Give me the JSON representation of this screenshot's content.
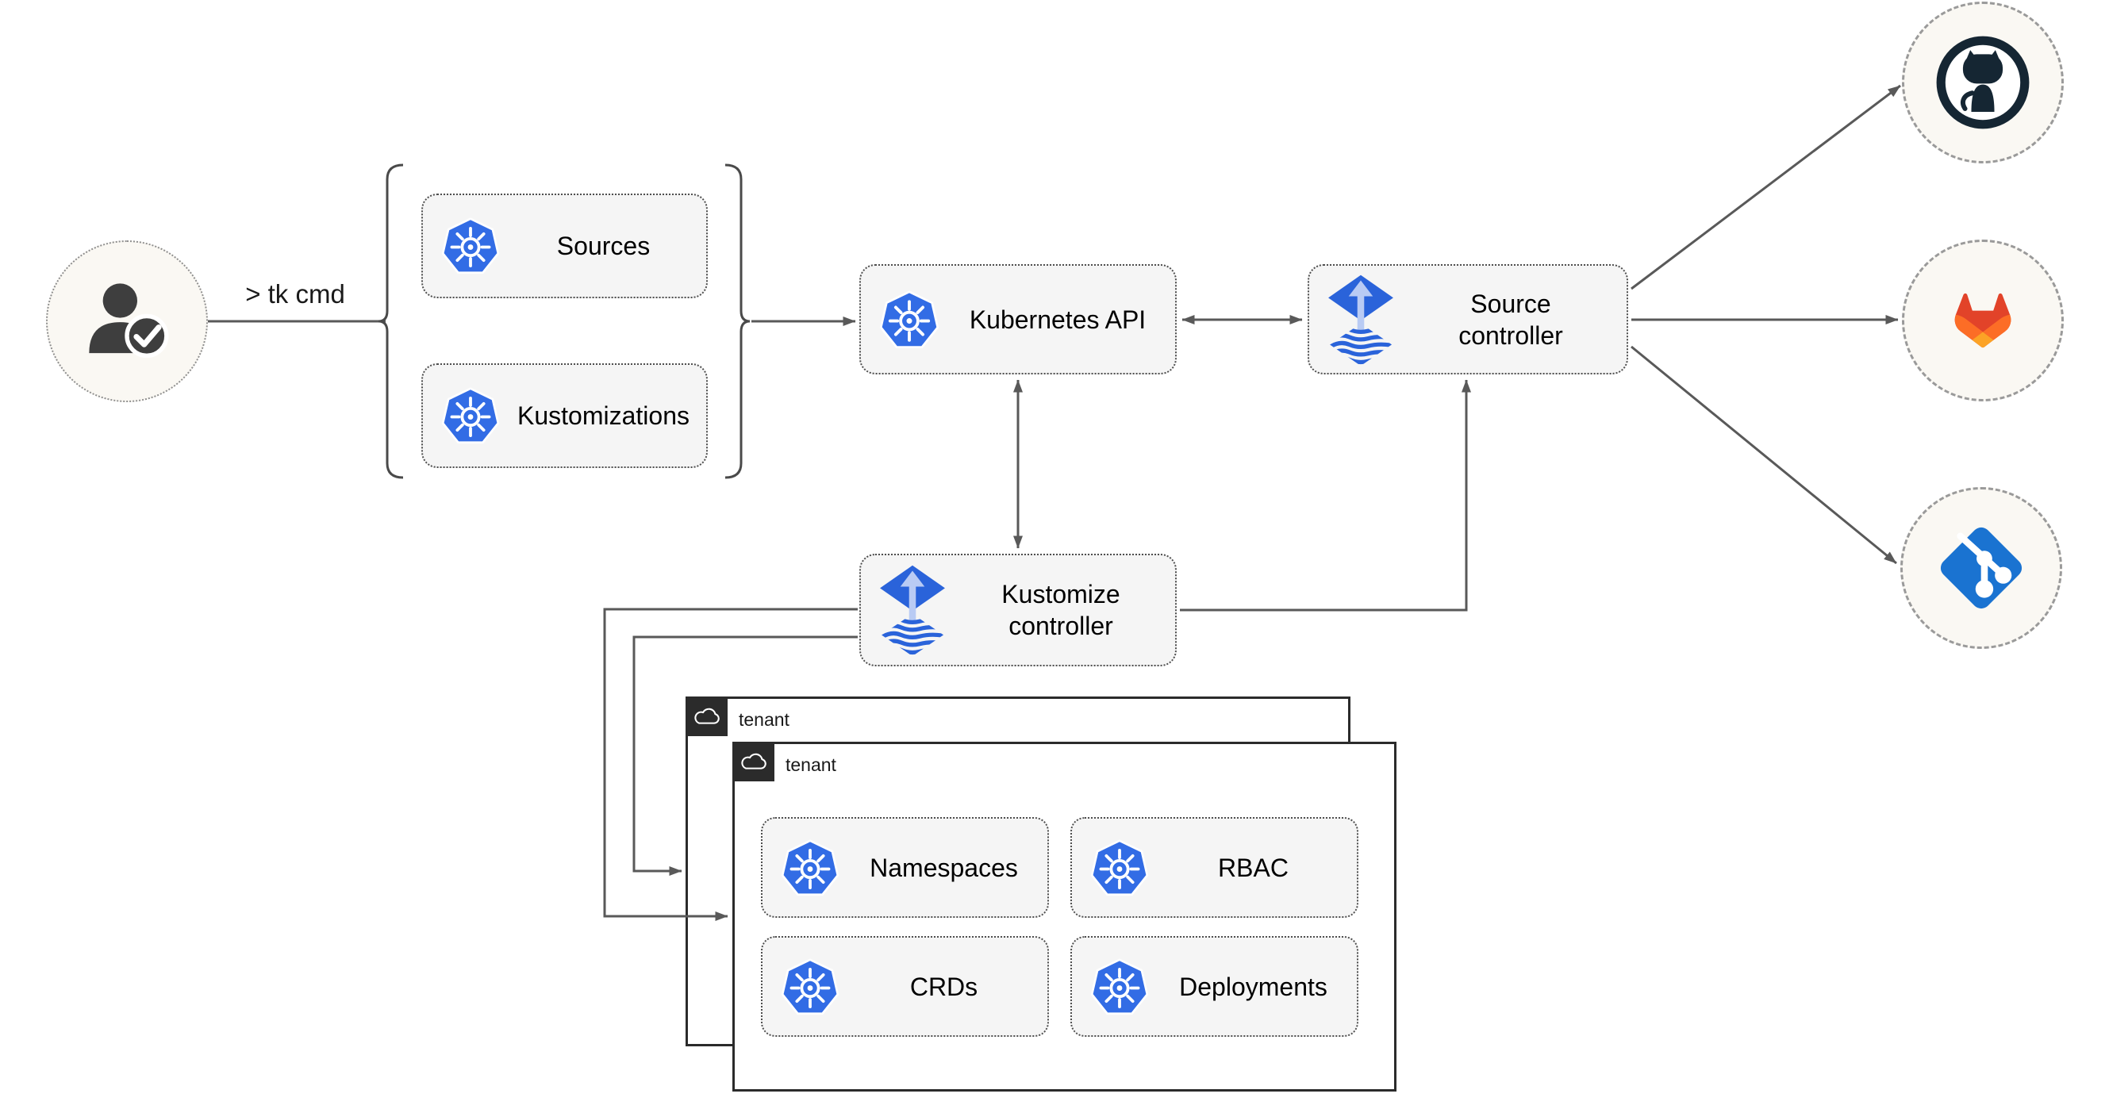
{
  "actor": {
    "command_label": "> tk cmd",
    "icon": "user-check-icon"
  },
  "cli_resources": {
    "items": [
      {
        "label": "Sources",
        "icon": "kubernetes-icon"
      },
      {
        "label": "Kustomizations",
        "icon": "kubernetes-icon"
      }
    ]
  },
  "cluster": {
    "kubernetes_api": {
      "label": "Kubernetes API",
      "icon": "kubernetes-icon"
    },
    "source_controller": {
      "label": "Source controller",
      "icon": "flux-icon"
    },
    "kustomize_controller": {
      "label": "Kustomize controller",
      "icon": "flux-icon"
    }
  },
  "repositories": [
    {
      "icon": "github-logo-icon"
    },
    {
      "icon": "gitlab-logo-icon"
    },
    {
      "icon": "git-logo-icon"
    }
  ],
  "tenants": {
    "back": {
      "label": "tenant",
      "icon": "cloud-icon"
    },
    "front": {
      "label": "tenant",
      "icon": "cloud-icon",
      "resources": [
        {
          "label": "Namespaces",
          "icon": "kubernetes-icon"
        },
        {
          "label": "RBAC",
          "icon": "kubernetes-icon"
        },
        {
          "label": "CRDs",
          "icon": "kubernetes-icon"
        },
        {
          "label": "Deployments",
          "icon": "kubernetes-icon"
        }
      ]
    }
  },
  "colors": {
    "kubernetes_blue": "#326ce5",
    "flux_blue": "#2a63da",
    "flux_light": "#b9cbf4",
    "git_blue": "#1a73d1",
    "github_navy": "#152633",
    "gitlab_red": "#e24329",
    "gitlab_orange": "#fc6d26",
    "gitlab_amber": "#fca326",
    "line_gray": "#595959",
    "box_fill": "#f5f5f5",
    "circle_fill": "#faf8f3",
    "tenant_border": "#2b2b2b"
  }
}
